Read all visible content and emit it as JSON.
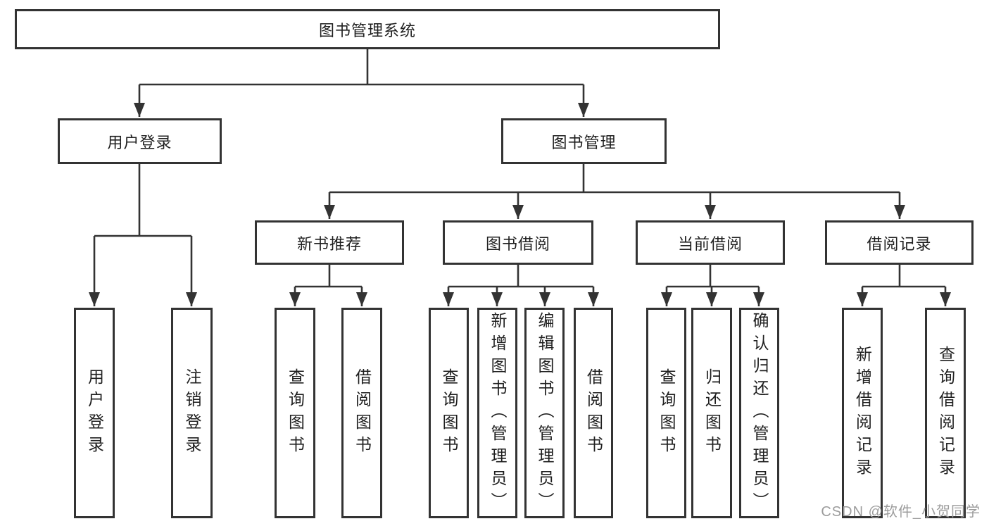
{
  "diagram": {
    "title": "图书管理系统",
    "branches": [
      {
        "label": "用户登录",
        "children": [
          {
            "label": "用户登录"
          },
          {
            "label": "注销登录"
          }
        ]
      },
      {
        "label": "图书管理",
        "sections": [
          {
            "label": "新书推荐",
            "children": [
              {
                "label": "查询图书"
              },
              {
                "label": "借阅图书"
              }
            ]
          },
          {
            "label": "图书借阅",
            "children": [
              {
                "label": "查询图书"
              },
              {
                "label": "新增图书（管理员）"
              },
              {
                "label": "编辑图书（管理员）"
              },
              {
                "label": "借阅图书"
              }
            ]
          },
          {
            "label": "当前借阅",
            "children": [
              {
                "label": "查询图书"
              },
              {
                "label": "归还图书"
              },
              {
                "label": "确认归还（管理员）"
              }
            ]
          },
          {
            "label": "借阅记录",
            "children": [
              {
                "label": "新增借阅记录"
              },
              {
                "label": "查询借阅记录"
              }
            ]
          }
        ]
      }
    ]
  },
  "watermark": {
    "text": "CSDN @软件_小贺同学"
  },
  "colors": {
    "line": "#333333",
    "text": "#1f1f1f",
    "background": "#ffffff",
    "watermark": "#9c9c9c"
  }
}
